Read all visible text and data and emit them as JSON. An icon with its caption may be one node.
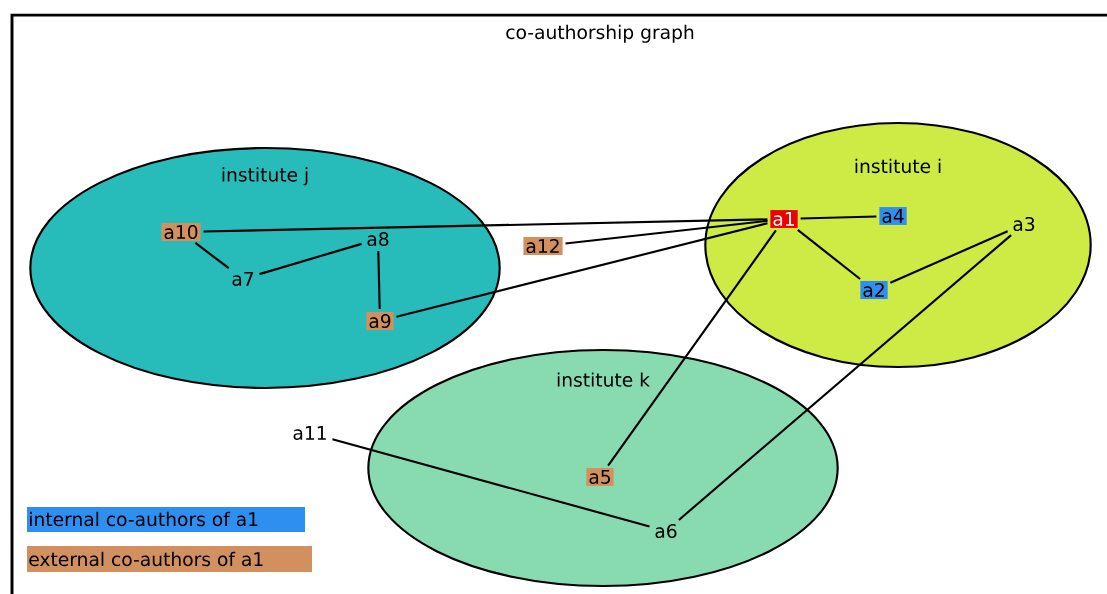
{
  "diagram": {
    "title": "co-authorship graph",
    "nodes": [
      {
        "text": [
          "institute j"
        ]
      },
      {
        "text": [
          "a10"
        ],
        "in": 0
      },
      {
        "text": [
          "a7"
        ],
        "in": 0
      },
      {
        "text": [
          "a8"
        ],
        "in": 0
      },
      {
        "text": [
          "a9"
        ],
        "in": 0
      },
      {
        "text": [
          "a12"
        ]
      },
      {
        "text": [
          "institute i"
        ]
      },
      {
        "text": [
          "a1"
        ],
        "in": 6
      },
      {
        "text": [
          "a4"
        ],
        "in": 6
      },
      {
        "text": [
          "a3"
        ],
        "in": 6
      },
      {
        "text": [
          "a2"
        ],
        "in": 6
      },
      {
        "text": [
          "institute k"
        ]
      },
      {
        "text": [
          "a11"
        ]
      },
      {
        "text": [
          "a5"
        ],
        "in": 11
      },
      {
        "text": [
          "a6"
        ],
        "in": 11
      }
    ],
    "edges": [
      {
        "from": 1,
        "to": 7,
        "arrow": "none"
      },
      {
        "from": 5,
        "to": 7,
        "arrow": "none"
      },
      {
        "from": 4,
        "to": 7,
        "arrow": "none"
      },
      {
        "from": 13,
        "to": 7,
        "arrow": "none"
      },
      {
        "from": 7,
        "to": 8,
        "arrow": "none"
      },
      {
        "from": 7,
        "to": 10,
        "arrow": "none"
      },
      {
        "from": 10,
        "to": 9,
        "arrow": "none"
      },
      {
        "from": 9,
        "to": 14,
        "arrow": "none"
      },
      {
        "from": 12,
        "to": 14,
        "arrow": "none"
      },
      {
        "from": 1,
        "to": 2,
        "arrow": "none"
      },
      {
        "from": 2,
        "to": 3,
        "arrow": "none"
      },
      {
        "from": 3,
        "to": 4,
        "arrow": "none"
      }
    ],
    "legend": [
      {
        "text": "internal co-authors of a1",
        "color": "#2f8ff0"
      },
      {
        "text": "external co-authors of a1",
        "color": "#d2905f"
      }
    ]
  }
}
